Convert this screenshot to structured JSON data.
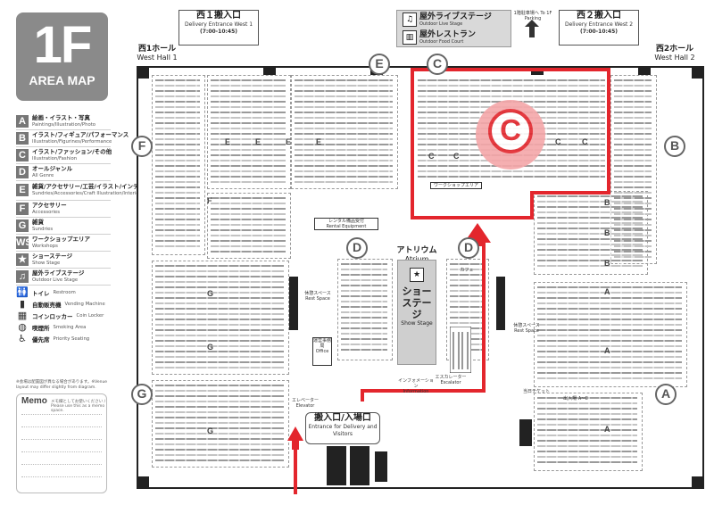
{
  "legend": {
    "floor": "1F",
    "title": "AREA MAP",
    "items": [
      {
        "key": "A",
        "jp": "絵画・イラスト・写真",
        "en": "Paintings/Illustration/Photo"
      },
      {
        "key": "B",
        "jp": "イラスト/フィギュア/パフォーマンス",
        "en": "Illustration/Figurines/Performance"
      },
      {
        "key": "C",
        "jp": "イラスト/ファッション/その他",
        "en": "Illustration/Fashion"
      },
      {
        "key": "D",
        "jp": "オールジャンル",
        "en": "All Genre"
      },
      {
        "key": "E",
        "jp": "雑貨/アクセサリー/工芸/イラスト/インテリア",
        "en": "Sundries/Accessories/Craft Illustration/Interior"
      },
      {
        "key": "F",
        "jp": "アクセサリー",
        "en": "Accessories"
      },
      {
        "key": "G",
        "jp": "雑貨",
        "en": "Sundries"
      },
      {
        "key": "WS",
        "jp": "ワークショップエリア",
        "en": "Workshops"
      },
      {
        "key": "★",
        "jp": "ショーステージ",
        "en": "Show Stage"
      },
      {
        "key": "♫",
        "jp": "屋外ライブステージ",
        "en": "Outdoor Live Stage"
      }
    ],
    "facilities": [
      {
        "icon": "restroom-icon",
        "glyph": "🚻",
        "jp": "トイレ",
        "en": "Restroom"
      },
      {
        "icon": "vending-icon",
        "glyph": "▮",
        "jp": "自動販売機",
        "en": "Vending Machine"
      },
      {
        "icon": "locker-icon",
        "glyph": "▦",
        "jp": "コインロッカー",
        "en": "Coin Locker"
      },
      {
        "icon": "smoking-icon",
        "glyph": "◍",
        "jp": "喫煙所",
        "en": "Smoking Area"
      },
      {
        "icon": "priority-icon",
        "glyph": "♿",
        "jp": "優先席",
        "en": "Priority Seating"
      }
    ],
    "note": "※会場は配置図が異なる場合があります。※Venue layout may differ slightly from diagram.",
    "memo_title": "Memo",
    "memo_sub": "メモ欄としてお使いください / Please use this as a memo space."
  },
  "map": {
    "west_hall": {
      "jp": "西1ホール",
      "en": "West Hall 1"
    },
    "west_hall2": {
      "jp": "西2ホール",
      "en": "West Hall 2"
    },
    "entrance_w1": {
      "jp": "西１搬入口",
      "en": "Delivery Entrance West 1",
      "time": "(7:00-10:45)"
    },
    "entrance_w2": {
      "jp": "西２搬入口",
      "en": "Delivery Entrance West 2",
      "time": "(7:00-10:45)"
    },
    "outdoor_live": {
      "jp": "屋外ライブステージ",
      "en": "Outdoor Live Stage"
    },
    "outdoor_food": {
      "jp": "屋外レストラン",
      "en": "Outdoor Food Court"
    },
    "parking": "1階駐車場へ To 1F Parking",
    "atrium": {
      "jp": "アトリウム",
      "en": "Atrium"
    },
    "show_stage": {
      "jp": "ショーステージ",
      "jp2": "ステージ",
      "en": "Show Stage"
    },
    "main_entrance": {
      "jp": "搬入口/入場口",
      "en": "Entrance for Delivery and Visitors"
    },
    "zones": [
      "A",
      "B",
      "C",
      "D",
      "D",
      "E",
      "F",
      "G",
      "A"
    ],
    "zone_big": "C",
    "rental": {
      "jp": "レンタル備品受付",
      "en": "Rental Equipment"
    },
    "rest_space": "休憩スペース",
    "rest_space_en": "Rest Space",
    "office": {
      "jp": "運営事務局",
      "en": "Office"
    },
    "escalator": {
      "jp": "エスカレーター",
      "en": "Escalator"
    },
    "elevator": {
      "jp": "エレベーター",
      "en": "Elevator"
    },
    "information": {
      "jp": "インフォメーション",
      "en": "Information"
    },
    "workshop_area": "ワークショップエリア",
    "entry_ac": "出入場 A~C",
    "ticket": "当日チケット",
    "cafe": "カフェ"
  }
}
